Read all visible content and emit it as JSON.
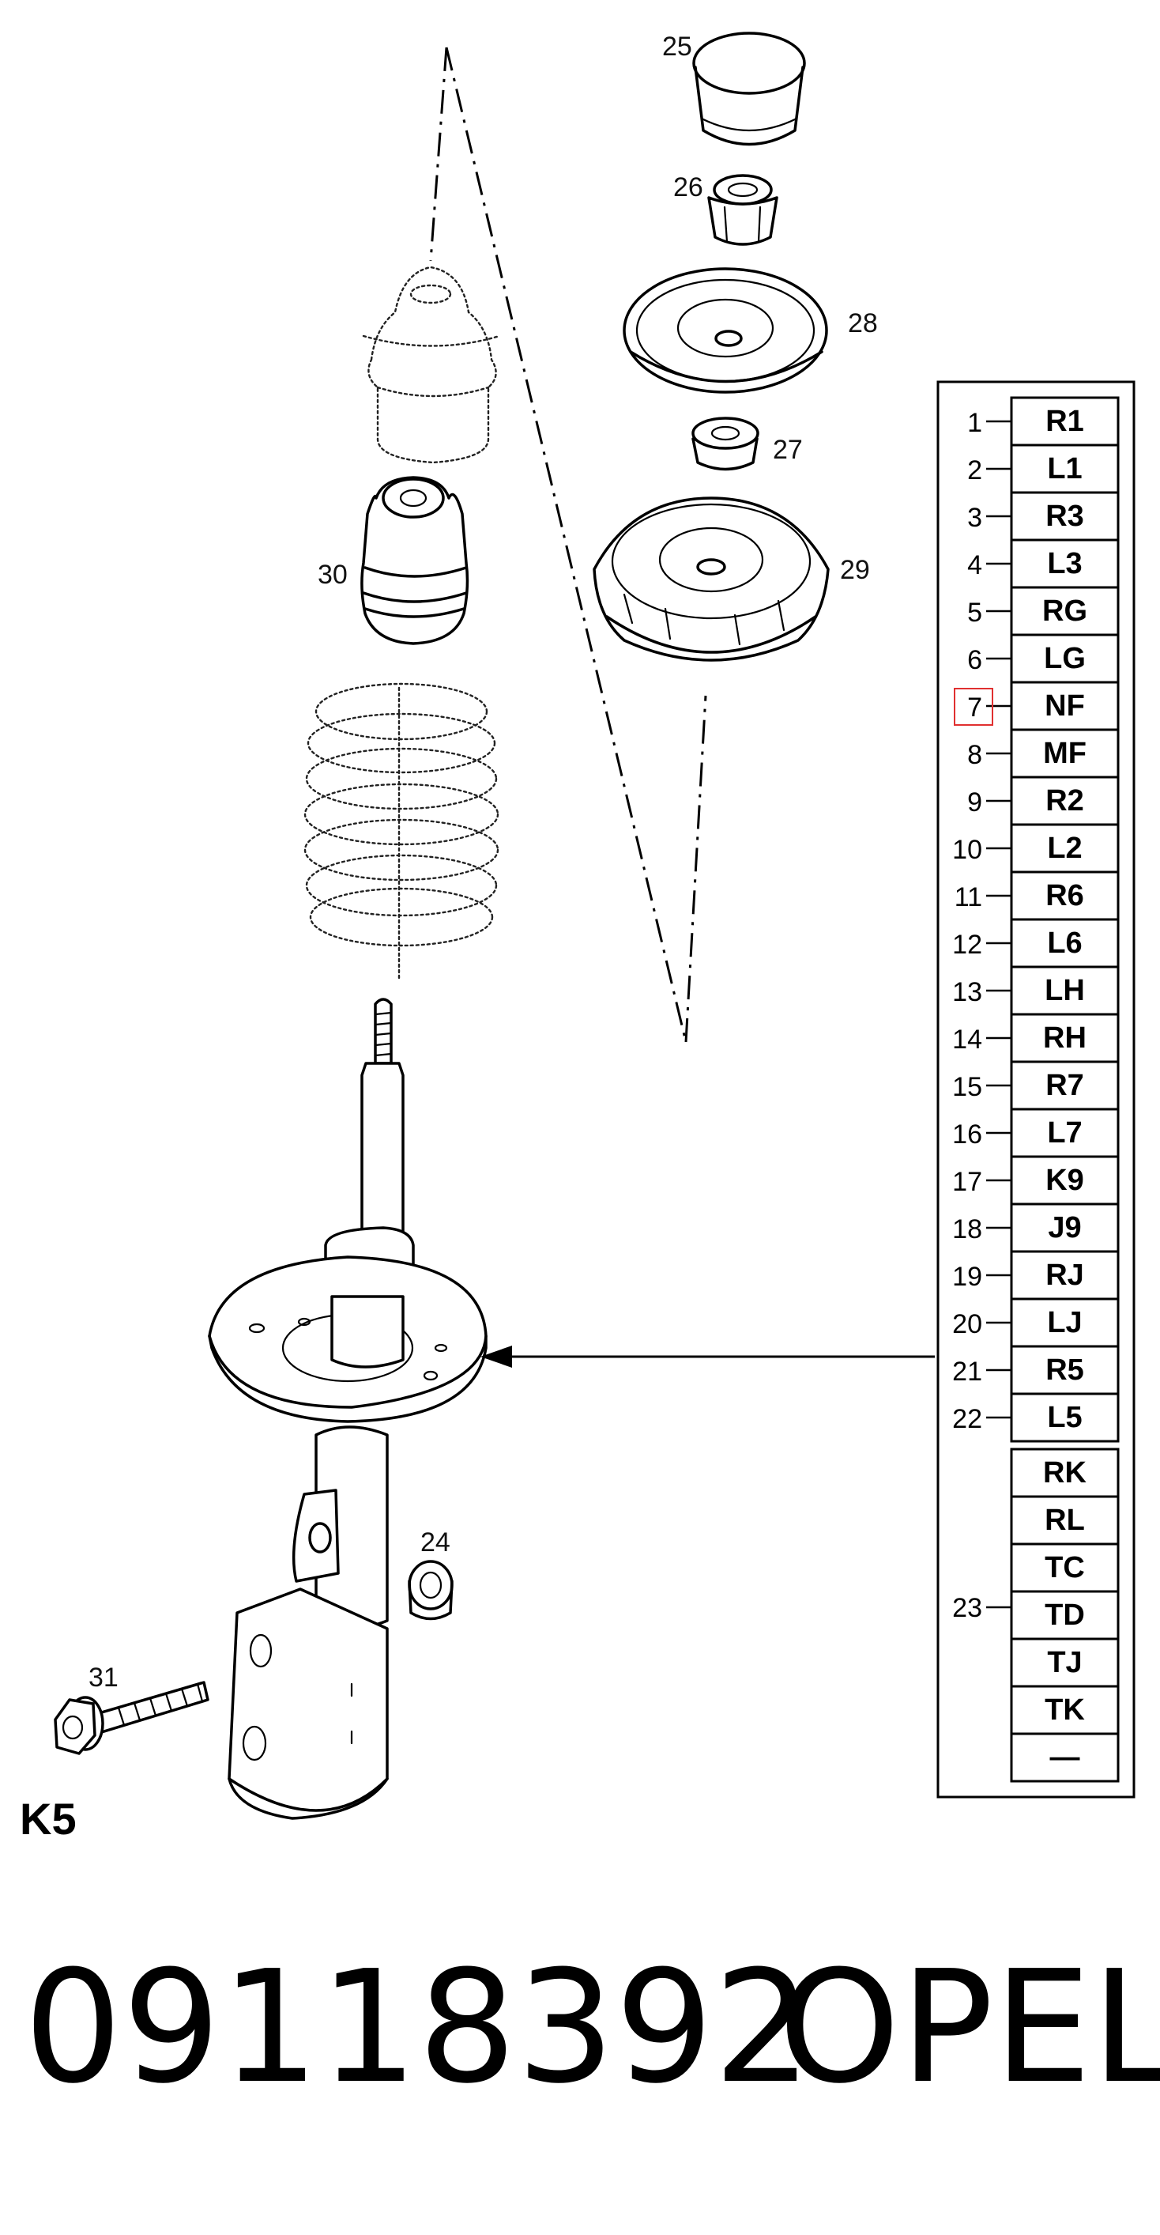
{
  "callouts": {
    "p25": "25",
    "p26": "26",
    "p28": "28",
    "p27": "27",
    "p29": "29",
    "p30": "30",
    "p24": "24",
    "p31": "31"
  },
  "section_label": "K5",
  "code_table": {
    "rows": [
      {
        "num": "1",
        "code": "R1"
      },
      {
        "num": "2",
        "code": "L1"
      },
      {
        "num": "3",
        "code": "R3"
      },
      {
        "num": "4",
        "code": "L3"
      },
      {
        "num": "5",
        "code": "RG"
      },
      {
        "num": "6",
        "code": "LG"
      },
      {
        "num": "7",
        "code": "NF"
      },
      {
        "num": "8",
        "code": "MF"
      },
      {
        "num": "9",
        "code": "R2"
      },
      {
        "num": "10",
        "code": "L2"
      },
      {
        "num": "11",
        "code": "R6"
      },
      {
        "num": "12",
        "code": "L6"
      },
      {
        "num": "13",
        "code": "LH"
      },
      {
        "num": "14",
        "code": "RH"
      },
      {
        "num": "15",
        "code": "R7"
      },
      {
        "num": "16",
        "code": "L7"
      },
      {
        "num": "17",
        "code": "K9"
      },
      {
        "num": "18",
        "code": "J9"
      },
      {
        "num": "19",
        "code": "RJ"
      },
      {
        "num": "20",
        "code": "LJ"
      },
      {
        "num": "21",
        "code": "R5"
      },
      {
        "num": "22",
        "code": "L5"
      }
    ],
    "group_num": "23",
    "group_codes": [
      "RK",
      "RL",
      "TC",
      "TD",
      "TJ",
      "TK",
      "—"
    ],
    "highlighted_num": "7",
    "highlight_color": "#e03030"
  },
  "footer": {
    "part_number": "09118392",
    "brand": "OPEL"
  }
}
